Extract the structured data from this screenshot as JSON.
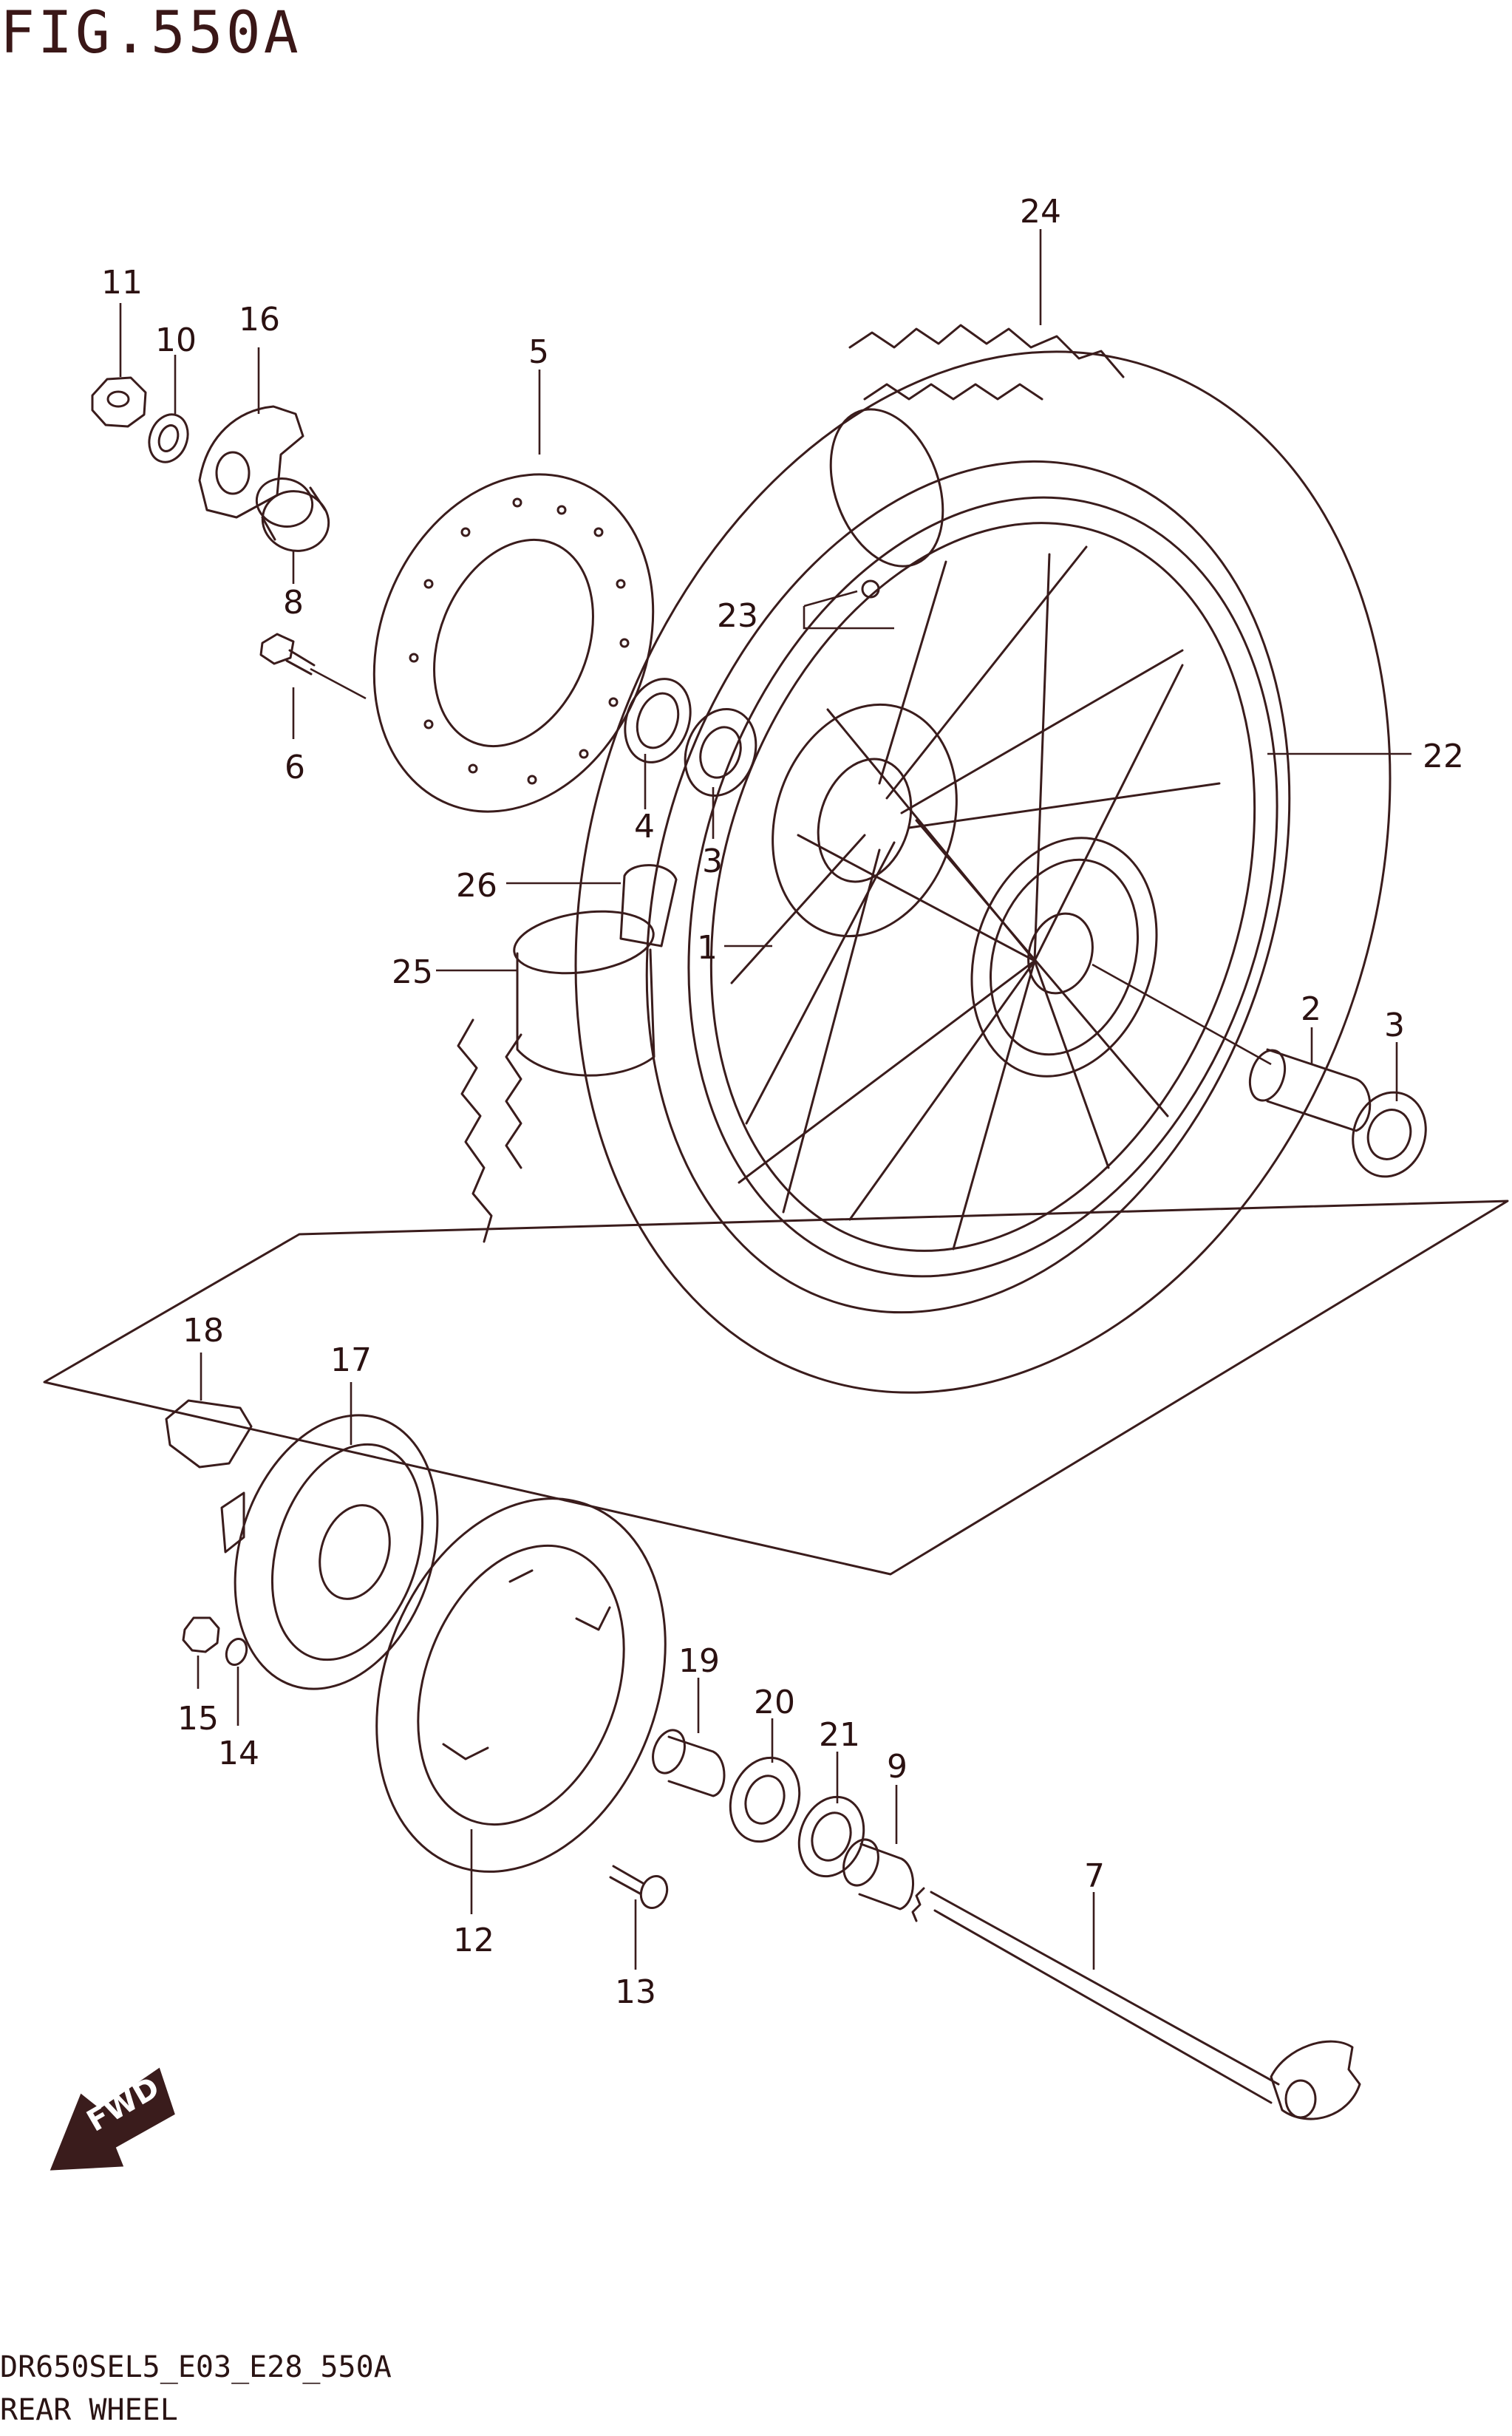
{
  "figure": {
    "title": "FIG.550A",
    "code": "DR650SEL5_E03_E28_550A",
    "name": "REAR WHEEL"
  },
  "fwd_label": "FWD",
  "callouts": [
    "1",
    "2",
    "3",
    "3",
    "4",
    "5",
    "6",
    "7",
    "8",
    "9",
    "10",
    "11",
    "12",
    "13",
    "14",
    "15",
    "16",
    "17",
    "18",
    "19",
    "20",
    "21",
    "22",
    "23",
    "24",
    "25",
    "26"
  ],
  "colors": {
    "ink": "#3a1c1c",
    "background": "#ffffff"
  }
}
